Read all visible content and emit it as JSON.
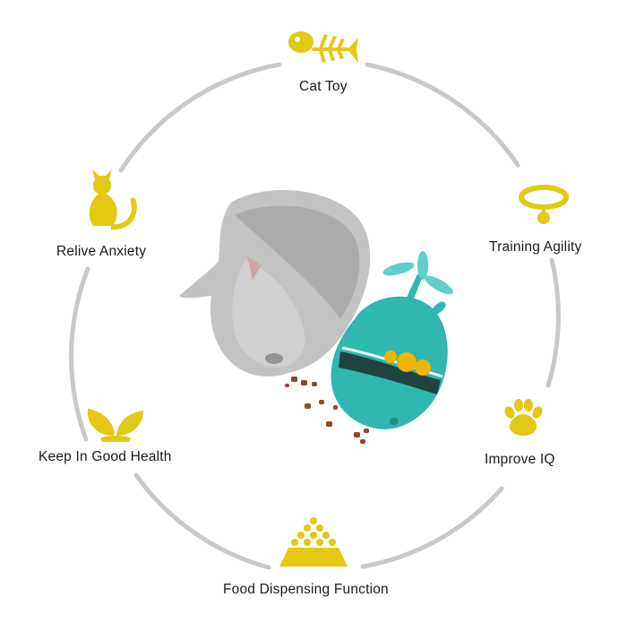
{
  "features": {
    "cat_toy": "Cat Toy",
    "training_agility": "Training Agility",
    "improve_iq": "Improve IQ",
    "food_dispensing": "Food Dispensing Function",
    "keep_health": "Keep In Good Health",
    "relive_anxiety": "Relive Anxiety"
  },
  "icons": {
    "cat_toy": "fish-bone-icon",
    "training_agility": "collar-icon",
    "improve_iq": "paw-icon",
    "food_dispensing": "food-bowl-icon",
    "keep_health": "leaf-icon",
    "relive_anxiety": "cat-silhouette-icon"
  },
  "colors": {
    "ring": "#c8c8c8",
    "icon": "#e3c814",
    "toy": "#2fb7b0",
    "toy_balls": "#f1b400",
    "kibble": "#8a4a2a"
  }
}
